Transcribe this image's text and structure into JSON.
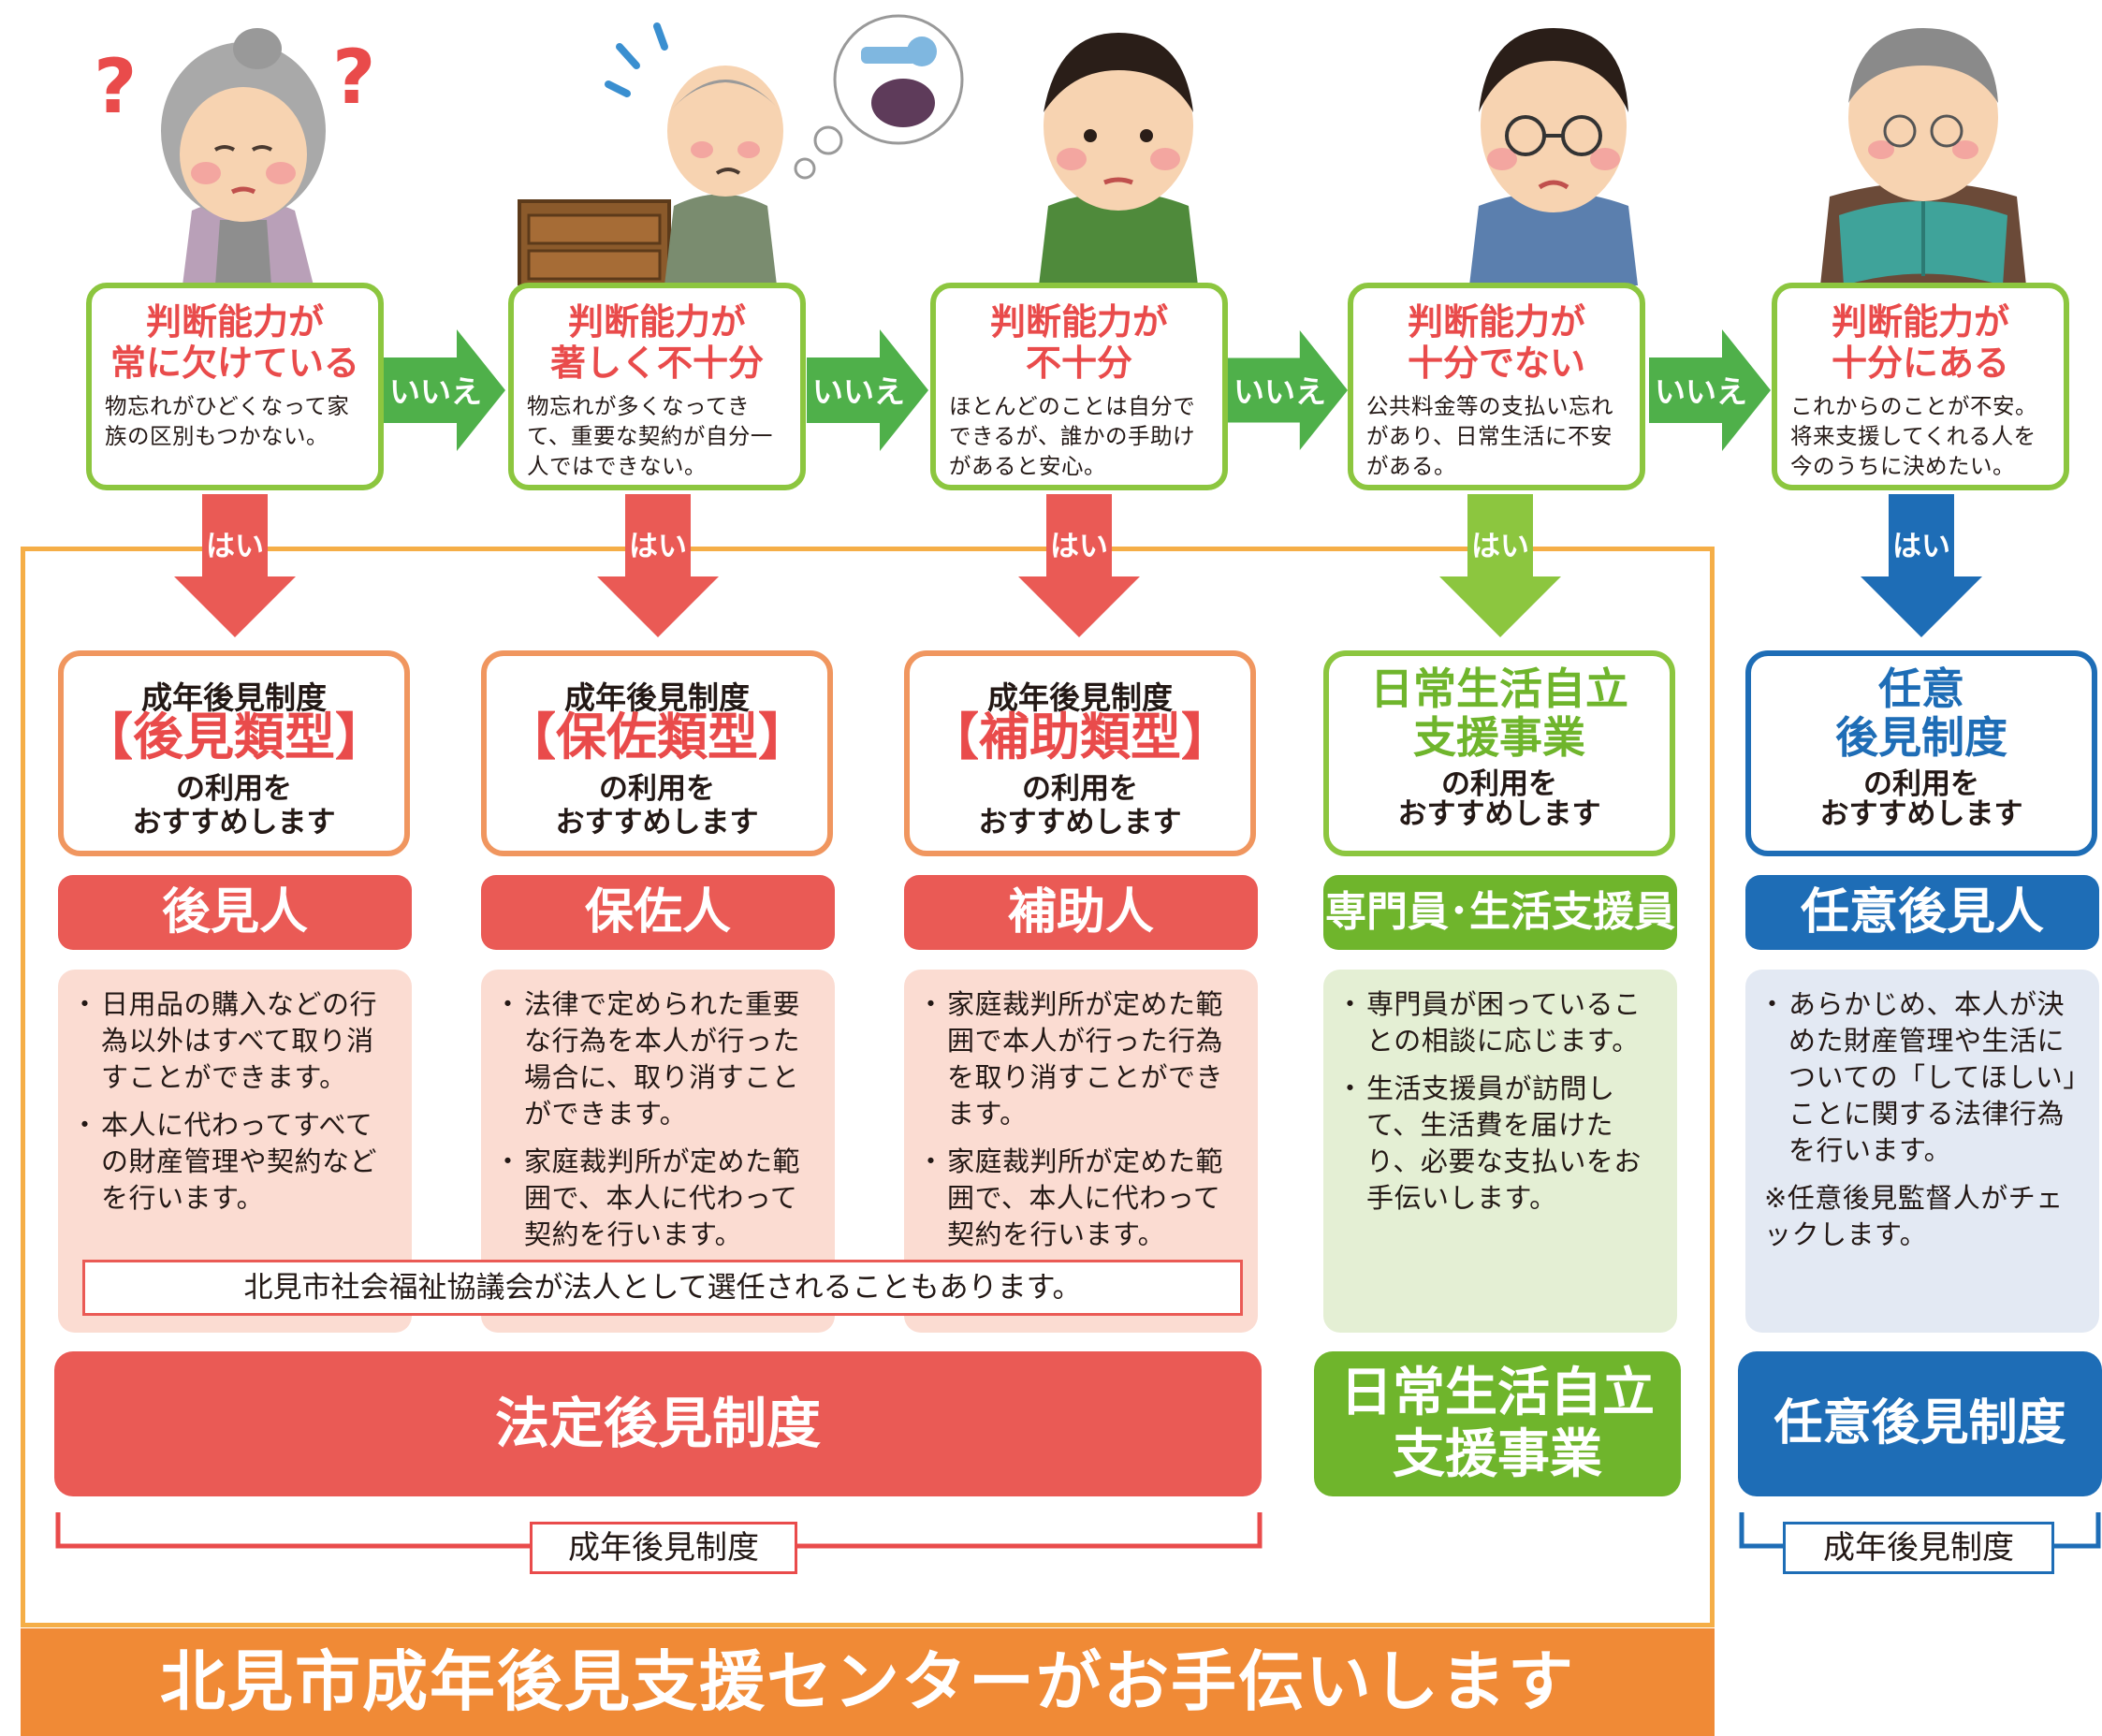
{
  "levels": [
    {
      "title1": "判断能力が",
      "title2": "常に欠けている",
      "desc": "物忘れがひどくなって家族の区別もつかない。"
    },
    {
      "title1": "判断能力が",
      "title2": "著しく不十分",
      "desc": "物忘れが多くなってきて、重要な契約が自分一人ではできない。"
    },
    {
      "title1": "判断能力が",
      "title2": "不十分",
      "desc": "ほとんどのことは自分でできるが、誰かの手助けがあると安心。"
    },
    {
      "title1": "判断能力が",
      "title2": "十分でない",
      "desc": "公共料金等の支払い忘れがあり、日常生活に不安がある。"
    },
    {
      "title1": "判断能力が",
      "title2": "十分にある",
      "desc": "これからのことが不安。将来支援してくれる人を今のうちに決めたい。"
    }
  ],
  "arrows": {
    "no": "いいえ",
    "yes": "はい"
  },
  "recommendations": [
    {
      "line1": "成年後見制度",
      "line2": "【後見類型】",
      "line3": "の利用を",
      "line4": "おすすめします"
    },
    {
      "line1": "成年後見制度",
      "line2": "【保佐類型】",
      "line3": "の利用を",
      "line4": "おすすめします"
    },
    {
      "line1": "成年後見制度",
      "line2": "【補助類型】",
      "line3": "の利用を",
      "line4": "おすすめします"
    },
    {
      "line1": "日常生活自立",
      "line2": "支援事業",
      "line3": "の利用を",
      "line4": "おすすめします"
    },
    {
      "line1": "任意",
      "line2": "後見制度",
      "line3": "の利用を",
      "line4": "おすすめします"
    }
  ],
  "roles": [
    "後見人",
    "保佐人",
    "補助人",
    "専門員･生活支援員",
    "任意後見人"
  ],
  "panels": [
    {
      "items": [
        "日用品の購入などの行為以外はすべて取り消すことができます。",
        "本人に代わってすべての財産管理や契約などを行います。"
      ]
    },
    {
      "items": [
        "法律で定められた重要な行為を本人が行った場合に、取り消すことができます。",
        "家庭裁判所が定めた範囲で、本人に代わって契約を行います。"
      ]
    },
    {
      "items": [
        "家庭裁判所が定めた範囲で本人が行った行為を取り消すことができます。",
        "家庭裁判所が定めた範囲で、本人に代わって契約を行います。"
      ]
    },
    {
      "items": [
        "専門員が困っていることの相談に応じます。",
        "生活支援員が訪問して、生活費を届けたり、必要な支払いをお手伝いします。"
      ]
    },
    {
      "items": [
        "あらかじめ、本人が決めた財産管理や生活についての「してほしい」ことに関する法律行為を行います。"
      ],
      "note": "※任意後見監督人がチェックします。"
    }
  ],
  "notice": "北見市社会福祉協議会が法人として選任されることもあります。",
  "systems": {
    "statutory": "法定後見制度",
    "daily1": "日常生活自立",
    "daily2": "支援事業",
    "voluntary": "任意後見制度"
  },
  "bracket_labels": {
    "left": "成年後見制度",
    "right": "成年後見制度"
  },
  "banner": "北見市成年後見支援センターがお手伝いします",
  "colors": {
    "red": "#e94b4b",
    "green": "#8cc63f",
    "blue": "#1e6db6",
    "orange": "#f08a36",
    "frame": "#f5ae47"
  }
}
